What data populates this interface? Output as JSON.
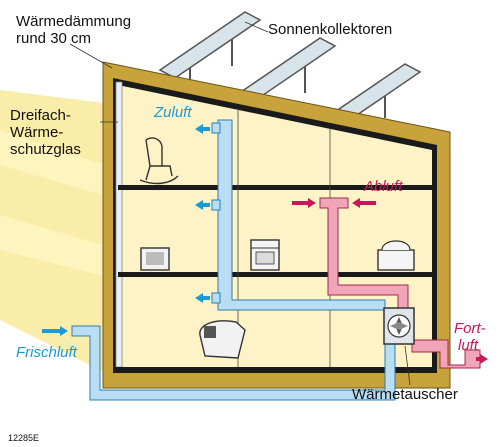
{
  "labels": {
    "insulation_line1": "Wärmedämmung",
    "insulation_line2": "rund 30 cm",
    "solar_collectors": "Sonnenkollektoren",
    "glass_line1": "Dreifach-",
    "glass_line2": "Wärme-",
    "glass_line3": "schutzglas",
    "supply_air": "Zuluft",
    "exhaust_air": "Abluft",
    "fresh_air": "Frischluft",
    "outgoing_line1": "Fort-",
    "outgoing_line2": "luft",
    "heat_exchanger": "Wärmetauscher",
    "figure_code": "12285E"
  },
  "colors": {
    "insulation": "#c8a23a",
    "interior": "#fdf3c6",
    "sunlight": "#f7e27a",
    "floor": "#1a1a1a",
    "supply_duct": "#b9ddf2",
    "exhaust_duct": "#f0a6b8",
    "supply_arrow": "#1a9ad6",
    "exhaust_arrow": "#c8175a",
    "collector": "#d9e4ea"
  },
  "icons": [
    "rocking-chair-icon",
    "tv-icon",
    "stove-icon",
    "sink-icon",
    "sofa-icon",
    "fan-icon"
  ]
}
